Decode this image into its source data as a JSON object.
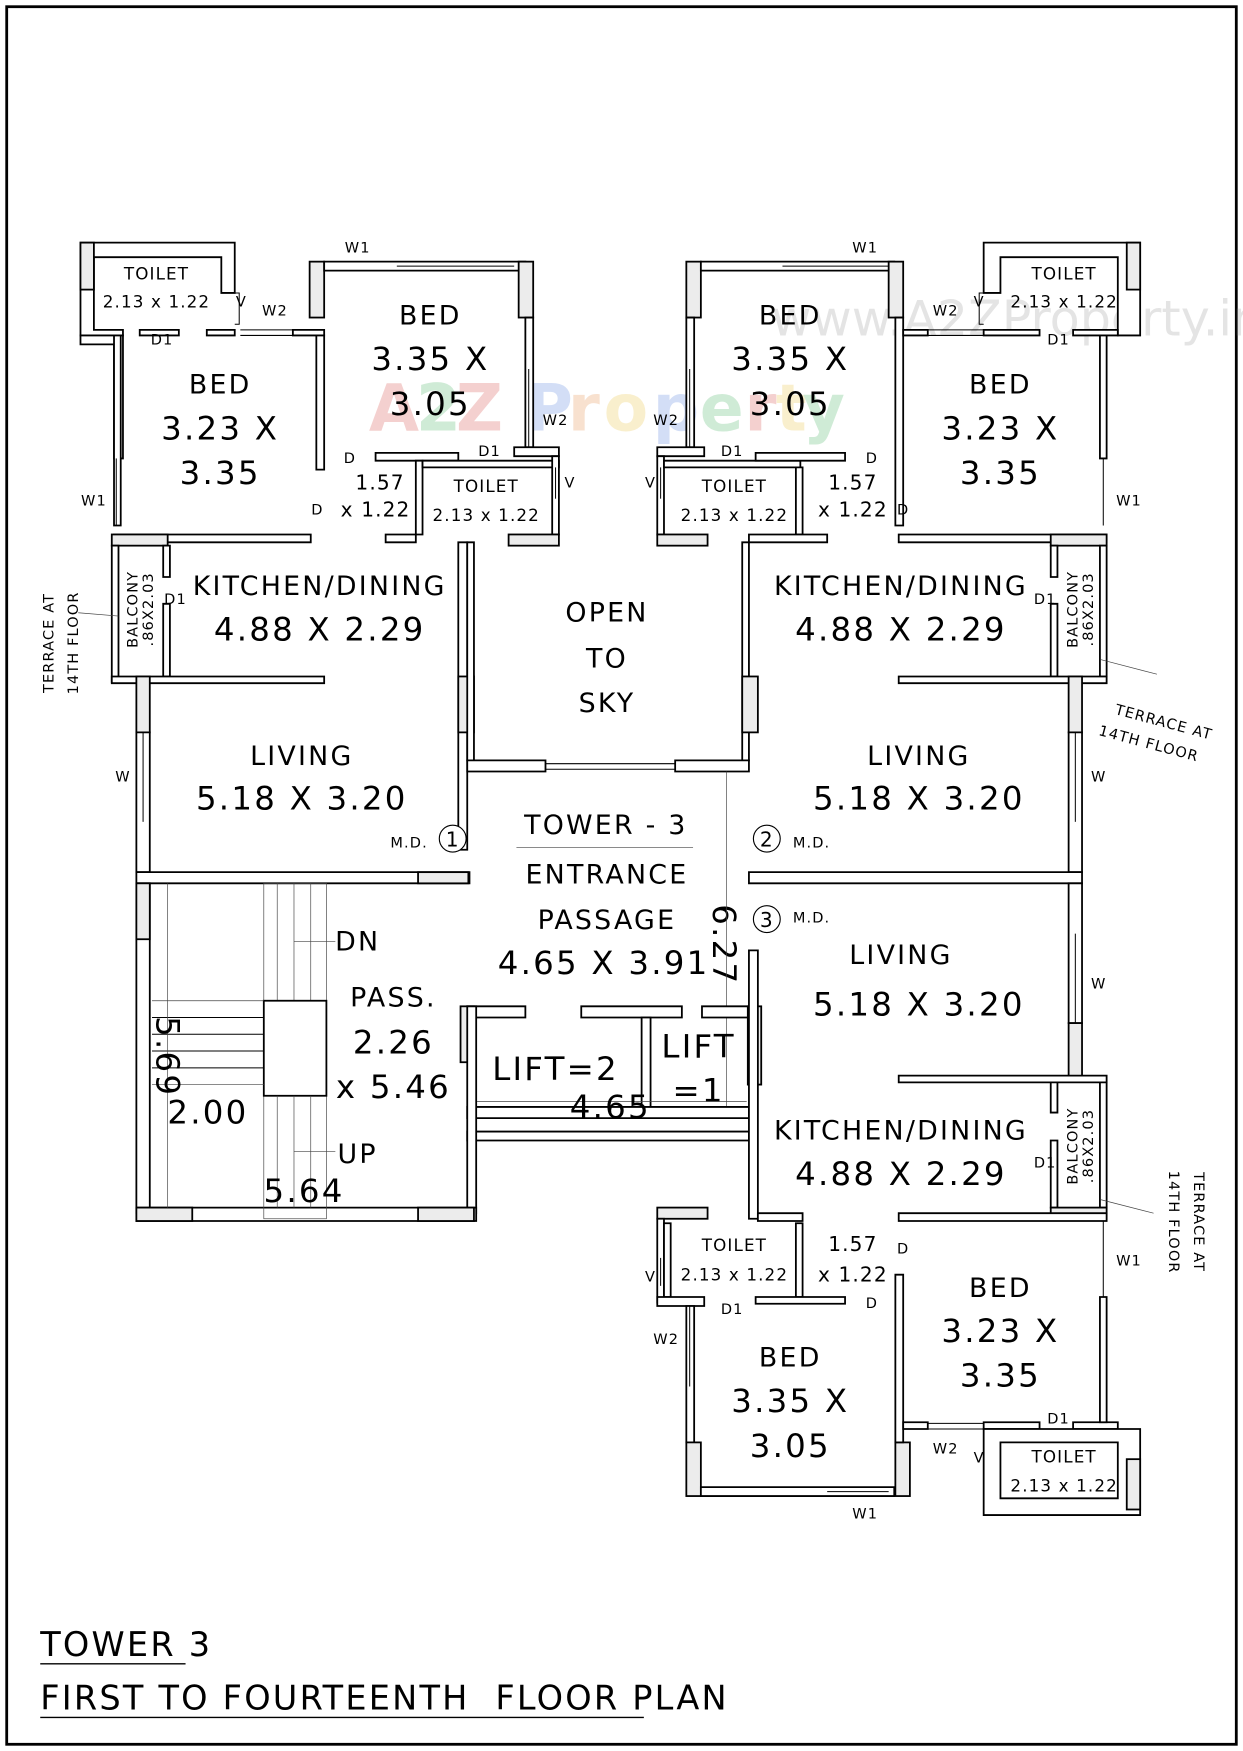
{
  "title": {
    "line1": "TOWER 3",
    "line2": "FIRST TO FOURTEENTH  FLOOR PLAN"
  },
  "watermark": {
    "logo": "A2Z Property",
    "url": "www.A2ZProperty.in"
  },
  "core": {
    "open_to_sky": [
      "OPEN",
      "TO",
      "SKY"
    ],
    "entrance": {
      "line1": "TOWER - 3",
      "line2": "ENTRANCE",
      "line3": "PASSAGE",
      "dims": "4.65 X 3.91",
      "side_dim": "6.27"
    },
    "lift2": "LIFT=2",
    "lift1": {
      "line1": "LIFT",
      "line2": "=1"
    },
    "lift_width": "4.65",
    "pass": {
      "label": "PASS.",
      "dims1": "2.26",
      "dims2": "x 5.46"
    },
    "stair": {
      "dn": "DN",
      "up": "UP",
      "dim_vertical": "5.69",
      "dim_width": "2.00",
      "dim_bottom": "5.64"
    },
    "main_doors": [
      {
        "label": "M.D.",
        "number": "1"
      },
      {
        "label": "M.D.",
        "number": "2"
      },
      {
        "label": "M.D.",
        "number": "3"
      }
    ]
  },
  "flats": [
    {
      "id": "flat-1",
      "bed1": {
        "label": "BED",
        "dims1": "3.23 X",
        "dims2": "3.35"
      },
      "bed2": {
        "label": "BED",
        "dims1": "3.35 X",
        "dims2": "3.05"
      },
      "toilet1": {
        "label": "TOILET",
        "dims": "2.13 x 1.22"
      },
      "toilet2": {
        "label": "TOILET",
        "dims": "2.13 x 1.22"
      },
      "wash": {
        "dims1": "1.57",
        "dims2": "x 1.22"
      },
      "kitchen": {
        "label": "KITCHEN/DINING",
        "dims": "4.88 X 2.29"
      },
      "living": {
        "label": "LIVING",
        "dims": "5.18 X 3.20"
      },
      "balcony": {
        "label": "BALCONY",
        "dims": ".86X2.03"
      },
      "terrace": {
        "line1": "TERRACE AT",
        "line2": "14TH FLOOR"
      }
    },
    {
      "id": "flat-2",
      "bed1": {
        "label": "BED",
        "dims1": "3.23 X",
        "dims2": "3.35"
      },
      "bed2": {
        "label": "BED",
        "dims1": "3.35 X",
        "dims2": "3.05"
      },
      "toilet1": {
        "label": "TOILET",
        "dims": "2.13 x 1.22"
      },
      "toilet2": {
        "label": "TOILET",
        "dims": "2.13 x 1.22"
      },
      "wash": {
        "dims1": "1.57",
        "dims2": "x 1.22"
      },
      "kitchen": {
        "label": "KITCHEN/DINING",
        "dims": "4.88 X 2.29"
      },
      "living": {
        "label": "LIVING",
        "dims": "5.18 X 3.20"
      },
      "balcony": {
        "label": "BALCONY",
        "dims": ".86X2.03"
      },
      "terrace": {
        "line1": "TERRACE AT",
        "line2": "14TH FLOOR"
      }
    },
    {
      "id": "flat-3",
      "bed1": {
        "label": "BED",
        "dims1": "3.23 X",
        "dims2": "3.35"
      },
      "bed2": {
        "label": "BED",
        "dims1": "3.35 X",
        "dims2": "3.05"
      },
      "toilet1": {
        "label": "TOILET",
        "dims": "2.13 x 1.22"
      },
      "toilet2": {
        "label": "TOILET",
        "dims": "2.13 x 1.22"
      },
      "wash": {
        "dims1": "1.57",
        "dims2": "x 1.22"
      },
      "kitchen": {
        "label": "KITCHEN/DINING",
        "dims": "4.88 X 2.29"
      },
      "living": {
        "label": "LIVING",
        "dims": "5.18 X 3.20"
      },
      "balcony": {
        "label": "BALCONY",
        "dims": ".86X2.03"
      },
      "terrace": {
        "line1": "TERRACE AT",
        "line2": "14TH FLOOR"
      }
    }
  ],
  "openings": {
    "w1": "W1",
    "w2": "W2",
    "w": "W",
    "v": "V",
    "d": "D",
    "d1": "D1"
  }
}
